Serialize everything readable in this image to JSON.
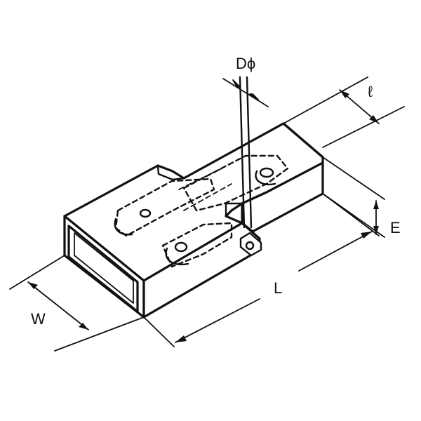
{
  "labels": {
    "diameter": "Dϕ",
    "length_small": "ℓ",
    "height": "E",
    "length": "L",
    "width": "W"
  },
  "colors": {
    "ink": "#111111",
    "background": "#ffffff"
  }
}
